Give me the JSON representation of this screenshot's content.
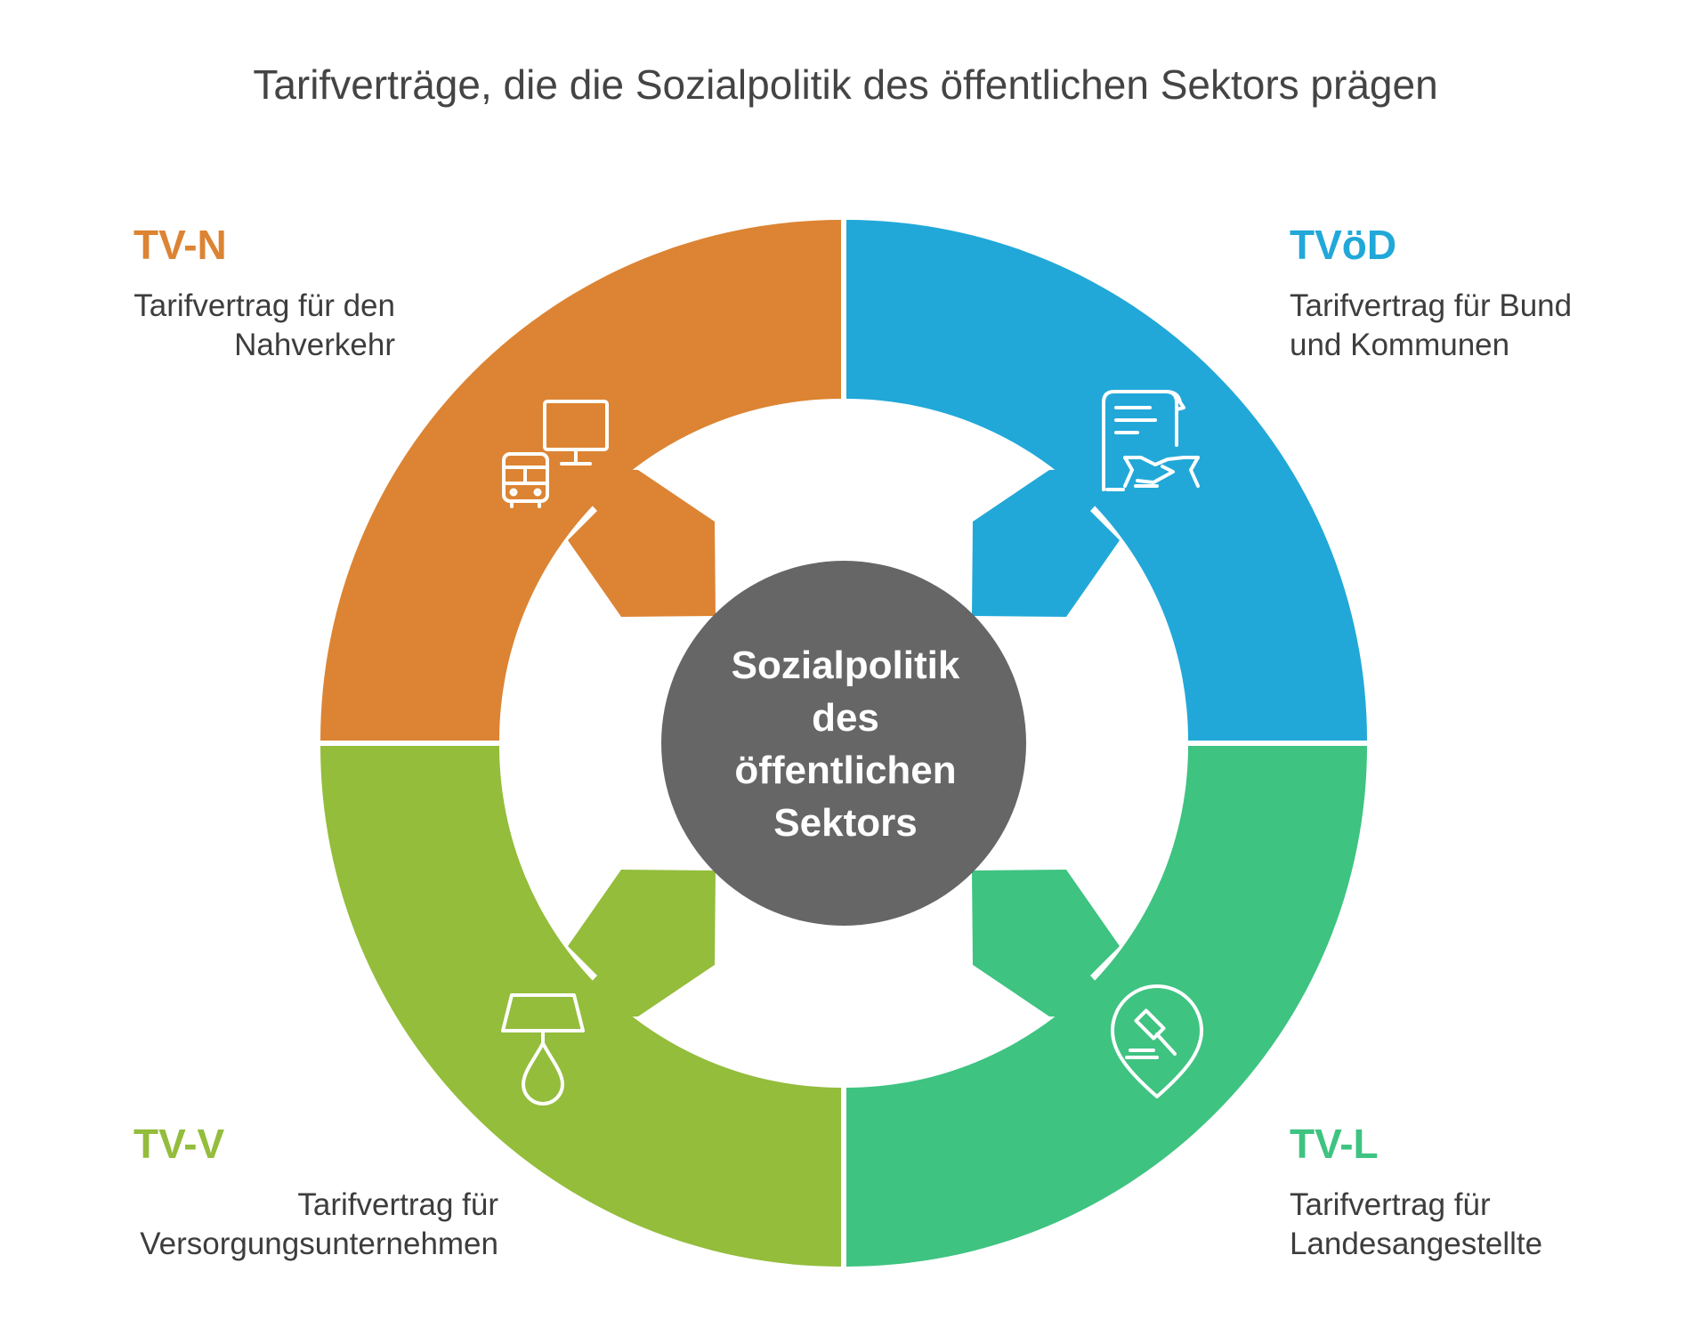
{
  "title": "Tarifverträge, die die Sozialpolitik des öffentlichen Sektors prägen",
  "center": {
    "lines": [
      "Sozialpolitik",
      "des",
      "öffentlichen",
      "Sektors"
    ],
    "color": "#666666"
  },
  "segments": {
    "tvn": {
      "code": "TV-N",
      "desc_lines": [
        "Tarifvertrag für den",
        "Nahverkehr"
      ],
      "color": "#DC8433",
      "icon": "bus-monitor-icon"
    },
    "tvod": {
      "code": "TVöD",
      "desc_lines": [
        "Tarifvertrag für Bund",
        "und Kommunen"
      ],
      "color": "#21A8D8",
      "icon": "contract-handshake-icon"
    },
    "tvv": {
      "code": "TV-V",
      "desc_lines": [
        "Tarifvertrag für",
        "Versorgungsunternehmen"
      ],
      "color": "#93BD3B",
      "icon": "lamp-drop-icon"
    },
    "tvl": {
      "code": "TV-L",
      "desc_lines": [
        "Tarifvertrag für",
        "Landesangestellte"
      ],
      "color": "#3EC381",
      "icon": "gavel-pin-icon"
    }
  }
}
